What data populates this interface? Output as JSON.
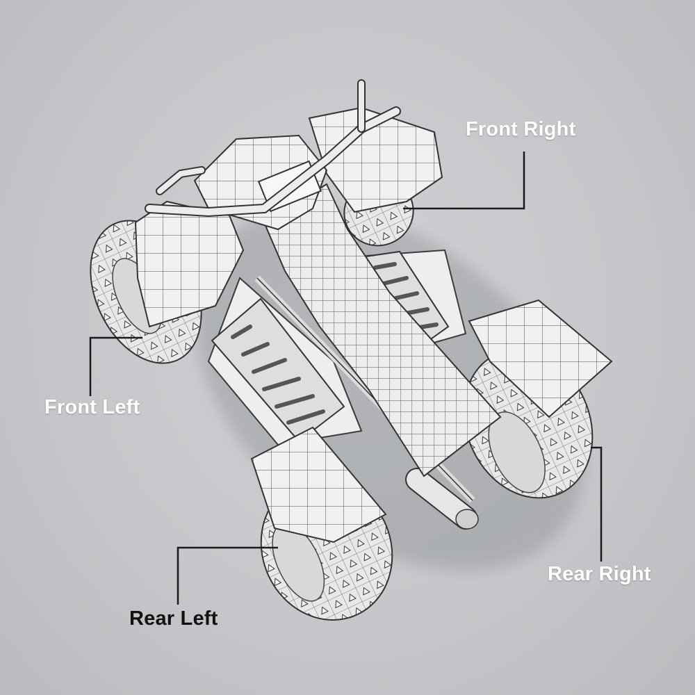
{
  "labels": {
    "front_right": "Front Right",
    "front_left": "Front Left",
    "rear_right": "Rear Right",
    "rear_left": "Rear Left"
  },
  "colors": {
    "background": "#c4c6c9",
    "label_light": "#ffffff",
    "label_dark": "#111111",
    "leader_line": "#1a1a1a",
    "model_surface": "#f2f2f2",
    "wire_lines": "#444444"
  },
  "illustration": "atv-wireframe-top-view"
}
